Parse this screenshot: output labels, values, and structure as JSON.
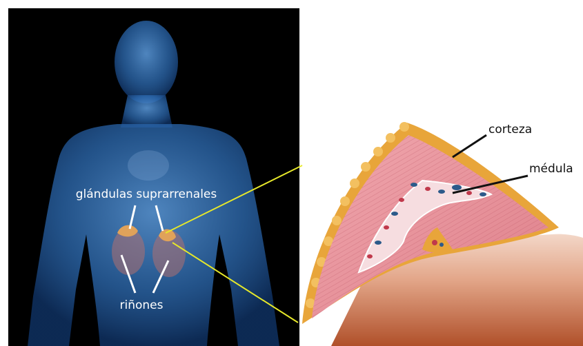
{
  "labels": {
    "adrenal_glands": "glándulas suprarrenales",
    "kidneys": "riñones",
    "cortex": "corteza",
    "medulla": "médula"
  },
  "colors": {
    "body_background": "#000000",
    "body_glow": "#2f6fb8",
    "connector_line": "#e6e82a",
    "capsule": "#e8a53a",
    "cortex": "#e9929c",
    "medulla": "#f6dde0",
    "kidney_tissue": "#c96a3a",
    "label_light": "#ffffff",
    "label_dark": "#111111"
  }
}
